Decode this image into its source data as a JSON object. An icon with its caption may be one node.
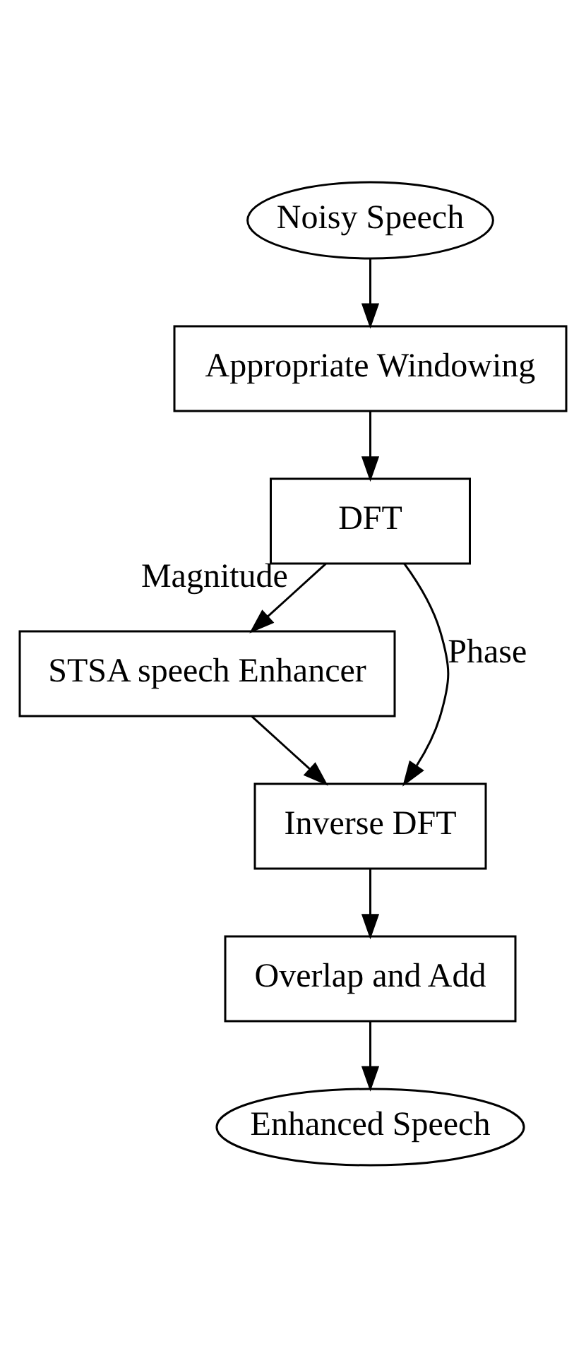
{
  "diagram": {
    "nodes": [
      {
        "text": [
          "Noisy Speech"
        ]
      },
      {
        "text": [
          "Appropriate Windowing"
        ]
      },
      {
        "text": [
          "DFT"
        ]
      },
      {
        "text": [
          "STSA speech Enhancer"
        ]
      },
      {
        "text": [
          "Inverse DFT"
        ]
      },
      {
        "text": [
          "Overlap and Add"
        ]
      },
      {
        "text": [
          "Enhanced Speech"
        ]
      }
    ],
    "edges": [
      {
        "from": 0,
        "to": 1,
        "arrow": "to"
      },
      {
        "from": 1,
        "to": 2,
        "arrow": "to"
      },
      {
        "from": 2,
        "to": 3,
        "arrow": "to",
        "label": "Magnitude"
      },
      {
        "from": 2,
        "to": 4,
        "arrow": "to",
        "label": "Phase"
      },
      {
        "from": 3,
        "to": 4,
        "arrow": "to"
      },
      {
        "from": 4,
        "to": 5,
        "arrow": "to"
      },
      {
        "from": 5,
        "to": 6,
        "arrow": "to"
      }
    ]
  }
}
